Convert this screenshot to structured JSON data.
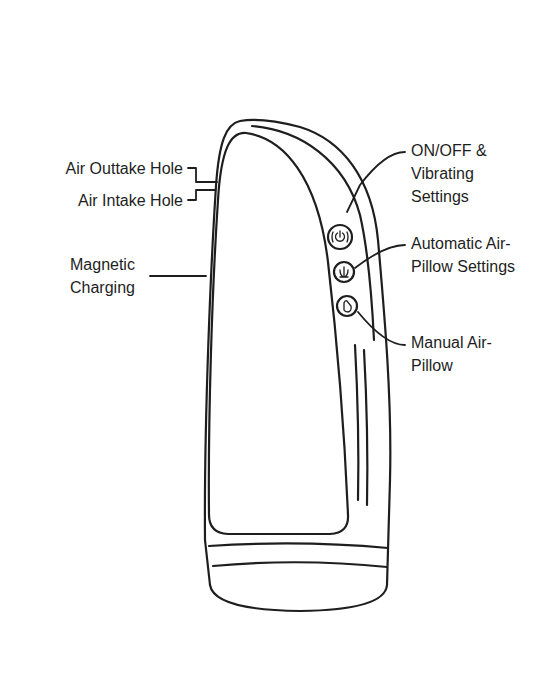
{
  "diagram": {
    "labels": [
      "Air Outtake Hole",
      "Air Intake Hole",
      "Magnetic Charging",
      "ON/OFF & Vibrating Settings",
      "Automatic Air-Pillow Settings",
      "Manual Air-Pillow"
    ]
  }
}
